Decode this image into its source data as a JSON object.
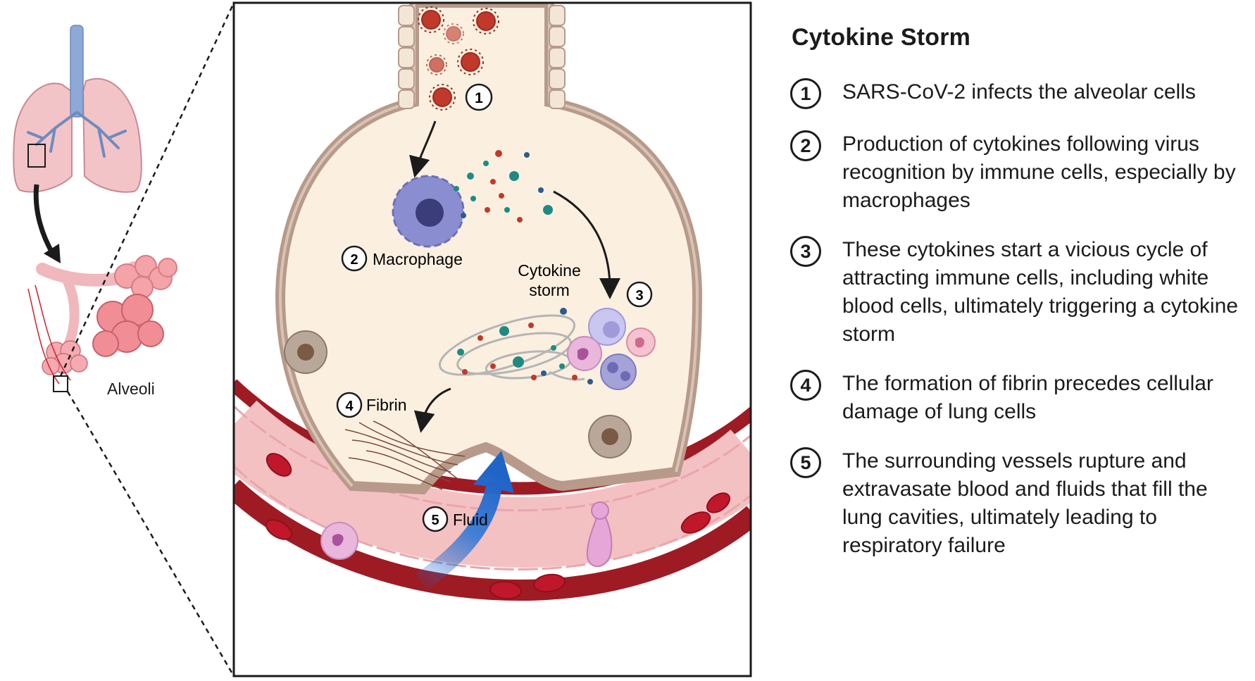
{
  "title": "Cytokine Storm",
  "labels": {
    "alveoli": "Alveoli",
    "macrophage": "Macrophage",
    "cytokine_storm_line1": "Cytokine",
    "cytokine_storm_line2": "storm",
    "fibrin": "Fibrin",
    "fluid": "Fluid"
  },
  "markers": {
    "m1": "1",
    "m2": "2",
    "m3": "3",
    "m4": "4",
    "m5": "5"
  },
  "steps": [
    {
      "number": "1",
      "text": "SARS-CoV-2 infects the alveolar cells"
    },
    {
      "number": "2",
      "text": "Production of cytokines following virus recognition by immune cells, especially by macrophages"
    },
    {
      "number": "3",
      "text": "These cytokines start a vicious cycle of attracting immune cells, including white blood cells, ultimately triggering a cytokine storm"
    },
    {
      "number": "4",
      "text": "The formation of fibrin precedes cellular damage of lung cells"
    },
    {
      "number": "5",
      "text": "The surrounding vessels rupture and extravasate blood and fluids that fill the lung cavities, ultimately leading to respiratory failure"
    }
  ],
  "colors": {
    "lung": "#f2c4c8",
    "bronchi": "#8fa9d6",
    "alveolus_fill": "#fbf0e0",
    "alveolus_wall": "#b79a8a",
    "vessel_dark": "#9e1b24",
    "vessel_light": "#f4c1c3",
    "rbc": "#c0182a",
    "virus": "#c0392b",
    "macrophage": "#8a8ed0",
    "fluid_arrow": "#1f64c7"
  }
}
